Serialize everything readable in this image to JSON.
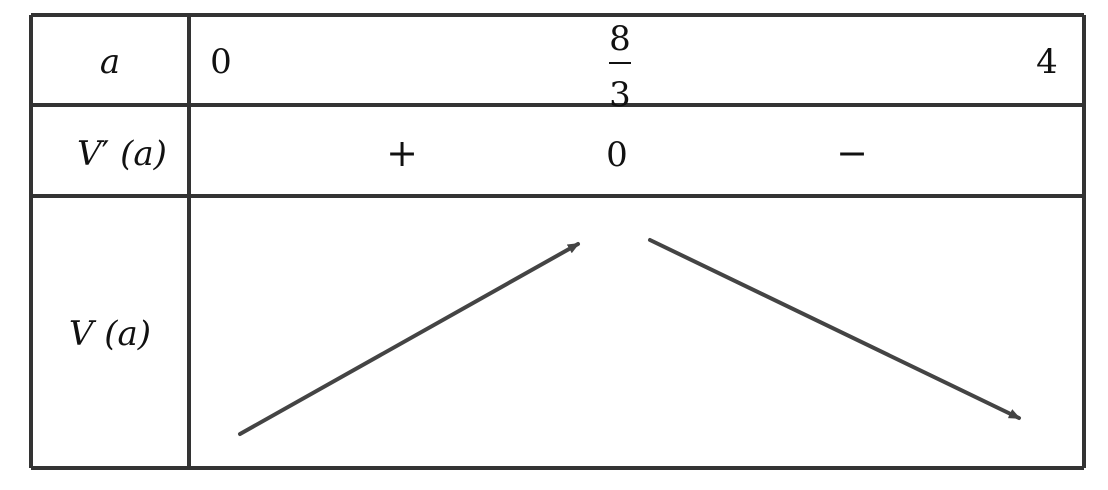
{
  "colors": {
    "line": "#333333",
    "arrow": "#444444",
    "text": "#111111",
    "background": "#ffffff"
  },
  "rows": {
    "a": {
      "label": "a",
      "start": "0",
      "critical_numerator": "8",
      "critical_denominator": "3",
      "end": "4"
    },
    "derivative": {
      "label_name": "V",
      "label_prime": "′",
      "label_arg": " (a)",
      "sign_left": "+",
      "sign_middle": "0",
      "sign_right": "−"
    },
    "function": {
      "label": "V (a)",
      "trend_left": "increasing",
      "trend_right": "decreasing"
    }
  }
}
